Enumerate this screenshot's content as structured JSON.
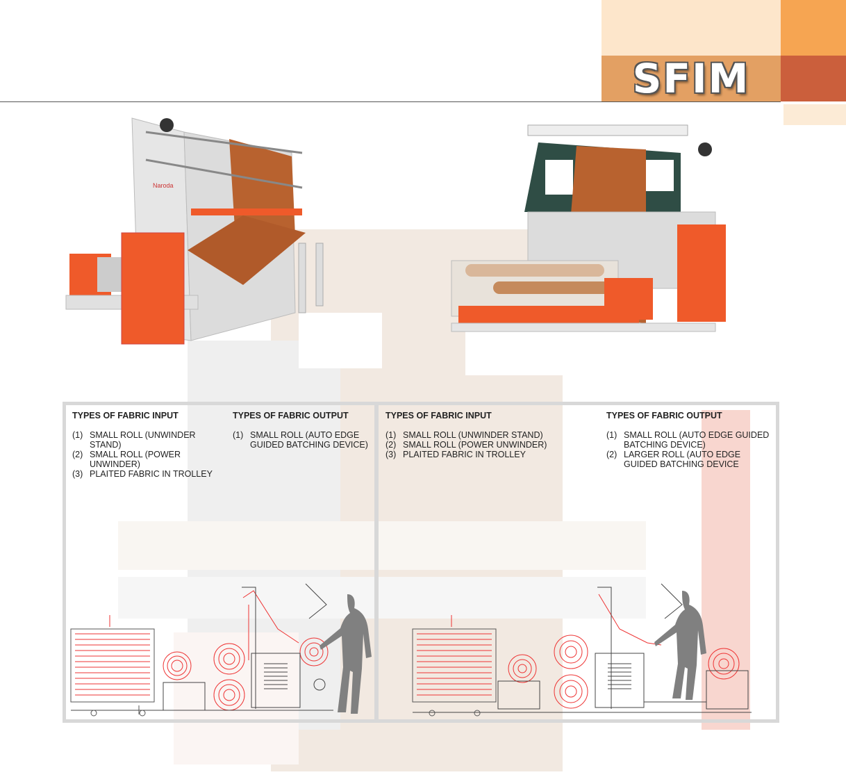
{
  "header": {
    "title": "SFIM",
    "colors": {
      "light": "#fde6cb",
      "mid": "#e3a063",
      "orange": "#f6a552",
      "dark": "#cb5f3c",
      "pale": "#fcebd6"
    }
  },
  "photos": {
    "left_machine_badge": "Naroda",
    "colors": {
      "frame": "#e9e9e9",
      "panel": "#ef5a2a",
      "fabric": "#b8622f"
    }
  },
  "panels": [
    {
      "input": {
        "heading": "TYPES OF FABRIC INPUT",
        "items": [
          {
            "num": "(1)",
            "text": "SMALL ROLL (UNWINDER STAND)"
          },
          {
            "num": "(2)",
            "text": "SMALL ROLL (POWER UNWINDER)"
          },
          {
            "num": "(3)",
            "text": "PLAITED FABRIC IN TROLLEY"
          }
        ]
      },
      "output": {
        "heading": "TYPES OF FABRIC OUTPUT",
        "items": [
          {
            "num": "(1)",
            "text": "SMALL ROLL (AUTO EDGE GUIDED BATCHING DEVICE)"
          }
        ]
      }
    },
    {
      "input": {
        "heading": "TYPES OF FABRIC INPUT",
        "items": [
          {
            "num": "(1)",
            "text": "SMALL ROLL (UNWINDER STAND)"
          },
          {
            "num": "(2)",
            "text": "SMALL ROLL (POWER UNWINDER)"
          },
          {
            "num": "(3)",
            "text": "PLAITED FABRIC IN TROLLEY"
          }
        ]
      },
      "output": {
        "heading": "TYPES OF FABRIC OUTPUT",
        "items": [
          {
            "num": "(1)",
            "text": "SMALL ROLL (AUTO EDGE GUIDED BATCHING DEVICE)"
          },
          {
            "num": "(2)",
            "text": "LARGER ROLL (AUTO EDGE GUIDED BATCHING DEVICE"
          }
        ]
      }
    }
  ]
}
